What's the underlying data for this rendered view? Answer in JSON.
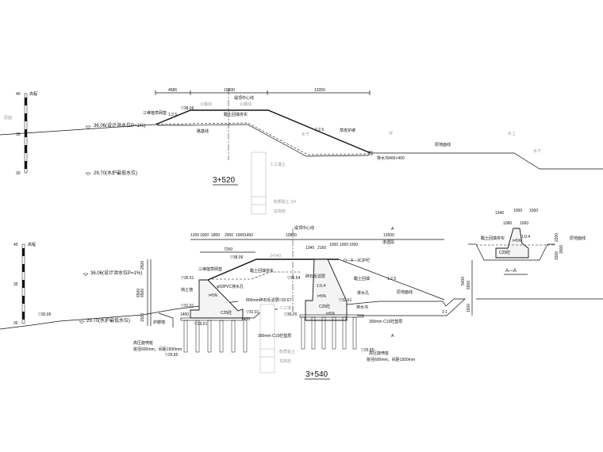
{
  "section1": {
    "title": "3+520",
    "elevation_label": "高程",
    "elevation_ticks": [
      "40",
      "35",
      "30"
    ],
    "dims": [
      "4586",
      "10800",
      "13350"
    ],
    "centerline_label": "堤顶中心线",
    "grass_mat_label": "三维植草网垫",
    "fill_label": "臨土回填夯实",
    "subgrade_label": "路基线",
    "slope_1": "1:2.5",
    "slope_2": "1:2.5",
    "turf_label": "草皮护坡",
    "drain_label": "排水沟400×400",
    "ground_label": "原地面线",
    "crest_elev": "▽38.06",
    "wl_high": "36.06(设计洪水位P=1%)",
    "wl_low": "29.70(水护最低水位)",
    "soil_1": "人工填土",
    "soil_2": "粉质黏土 Q4",
    "soil_3": "花岗岩",
    "gray_tags": [
      "原面",
      "公路线",
      "公路线",
      "水下",
      "坪",
      "水上",
      "水下"
    ]
  },
  "section2": {
    "title": "3+540",
    "elevation_label": "高程",
    "elevation_ticks": [
      "40",
      "35",
      "30"
    ],
    "dims_top": [
      "1200",
      "1000",
      "1800",
      "2000",
      "1000",
      "1450",
      "10800",
      "13500"
    ],
    "dim_7250": "7250",
    "dims_wall": [
      "1340",
      "2160",
      "1000",
      "1000",
      "1000"
    ],
    "seepage_label": "渗透段",
    "centerline_label": "堤顶中心线",
    "grass_mat_label": "三维植草网垫",
    "fill_label": "臨土回填夯实",
    "crest_elev": "▽38.06",
    "elev_3551": "▽35.51",
    "elev_3554": "▽35.54",
    "elev_3267": "▽32.67",
    "elev_3261": "▽32.61",
    "elev_3101": "▽31.01",
    "elev_3101b": "▽31.01",
    "elev_3076": "▽30.76",
    "elev_2951": "▽29.51",
    "elev_3095": "▽30.95",
    "elev_2585": "▽25.85",
    "elev_2585b": "▽25.85",
    "wl_high": "36.06(设计洪水位P=1%)",
    "wl_low": "29.70(水护最低水位)",
    "retaining_wall": "挡土墙",
    "pvc_label": "φ50PVC排水孔",
    "gravel_label": "800mm碎石反滤层",
    "gravel_label2": "碎石反滤层",
    "c25": "C25砼",
    "c25b": "C25砼",
    "slope_i": "i=5%",
    "slope_i2": "i=5%",
    "slope_i3": "i=5%",
    "toe_wall": "护脚墙",
    "pile_label": "高压旋喷桩",
    "pile_spec": "桩径600mm，间距1500mm",
    "pile_label2": "高压旋喷桩",
    "pile_spec2": "桩径600mm，间距1500mm",
    "cushion_label": "300mm C15砼垫层",
    "cushion_label2": "300mm C15砼垫层",
    "railing_label": "Q—A—3C护栏",
    "drain_hole": "排水孔",
    "drain_label": "排水沟",
    "fill_short": "臨土回填",
    "slope_125": "1:2.5",
    "slope_104": "1:0.4",
    "slope_1": "1:1",
    "height_dims_left": [
      "2500",
      "6500",
      "4500",
      "1500"
    ],
    "height_dims_right": [
      "5400",
      "6900",
      "1500"
    ],
    "dim_1400": "1400",
    "dim_1400b": "1400",
    "section_mark": "A",
    "ground_label": "原地面线",
    "soil_1": "人工填土",
    "soil_2": "粉质黏土",
    "soil_3": "花岗岩"
  },
  "detail_aa": {
    "title": "A—A",
    "dims_top": [
      "1340",
      "1000",
      "1000",
      "1080",
      "1000"
    ],
    "fill_label": "臨土回填夯实",
    "c25": "C25砼",
    "slope_i": "i=5%",
    "slope_1": "1:0.4",
    "heights": [
      "2200",
      "1500",
      "3000"
    ],
    "ground_label": "原地面线"
  }
}
